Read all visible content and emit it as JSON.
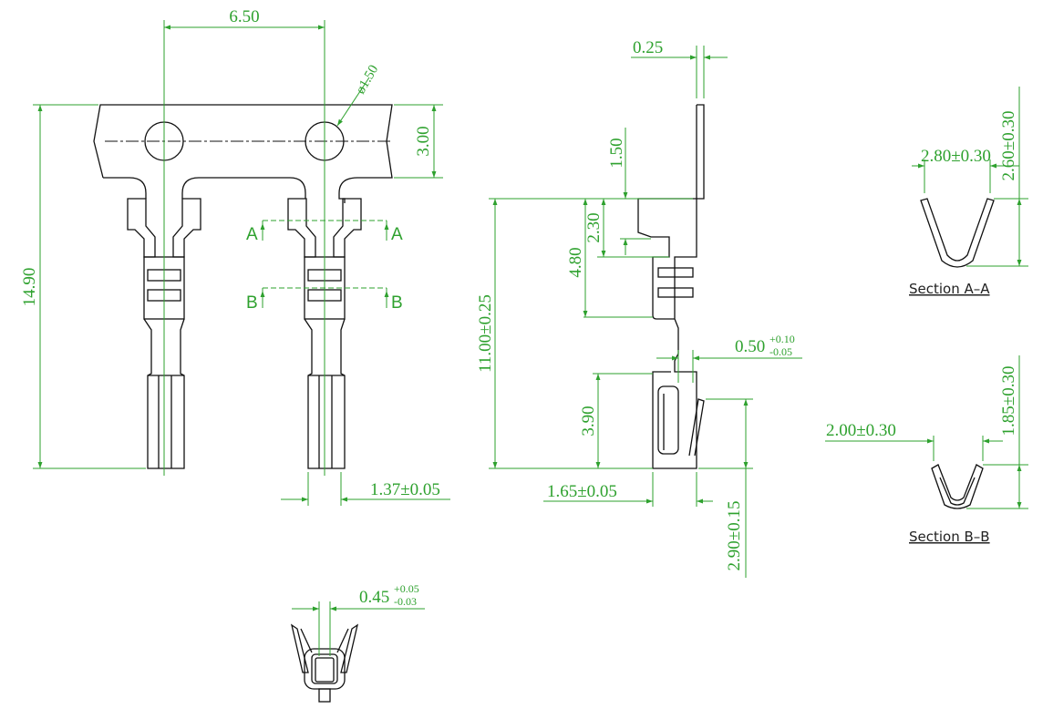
{
  "colors": {
    "dimension": "#2ea12e",
    "outline": "#111111",
    "background": "#ffffff"
  },
  "front_view": {
    "pitch": "6.50",
    "hole_diameter": "ø1.50",
    "carrier_height": "3.00",
    "overall_length": "14.90",
    "terminal_width": "1.37±0.05",
    "section_mark_a": "A",
    "section_mark_b": "B"
  },
  "side_view": {
    "thickness": "0.25",
    "dim_1_50": "1.50",
    "dim_2_30": "2.30",
    "dim_4_80": "4.80",
    "length": "11.00±0.25",
    "offset_base": "0.50",
    "offset_tol_upper": "+0.10",
    "offset_tol_lower": "-0.05",
    "dim_3_90": "3.90",
    "width": "1.65±0.05",
    "height": "2.90±0.15"
  },
  "section_aa": {
    "width": "2.80±0.30",
    "height": "2.60±0.30",
    "label": "Section A–A"
  },
  "section_bb": {
    "width": "2.00±0.30",
    "height": "1.85±0.30",
    "label": "Section B–B"
  },
  "end_view": {
    "base": "0.45",
    "tol_upper": "+0.05",
    "tol_lower": "-0.03"
  }
}
